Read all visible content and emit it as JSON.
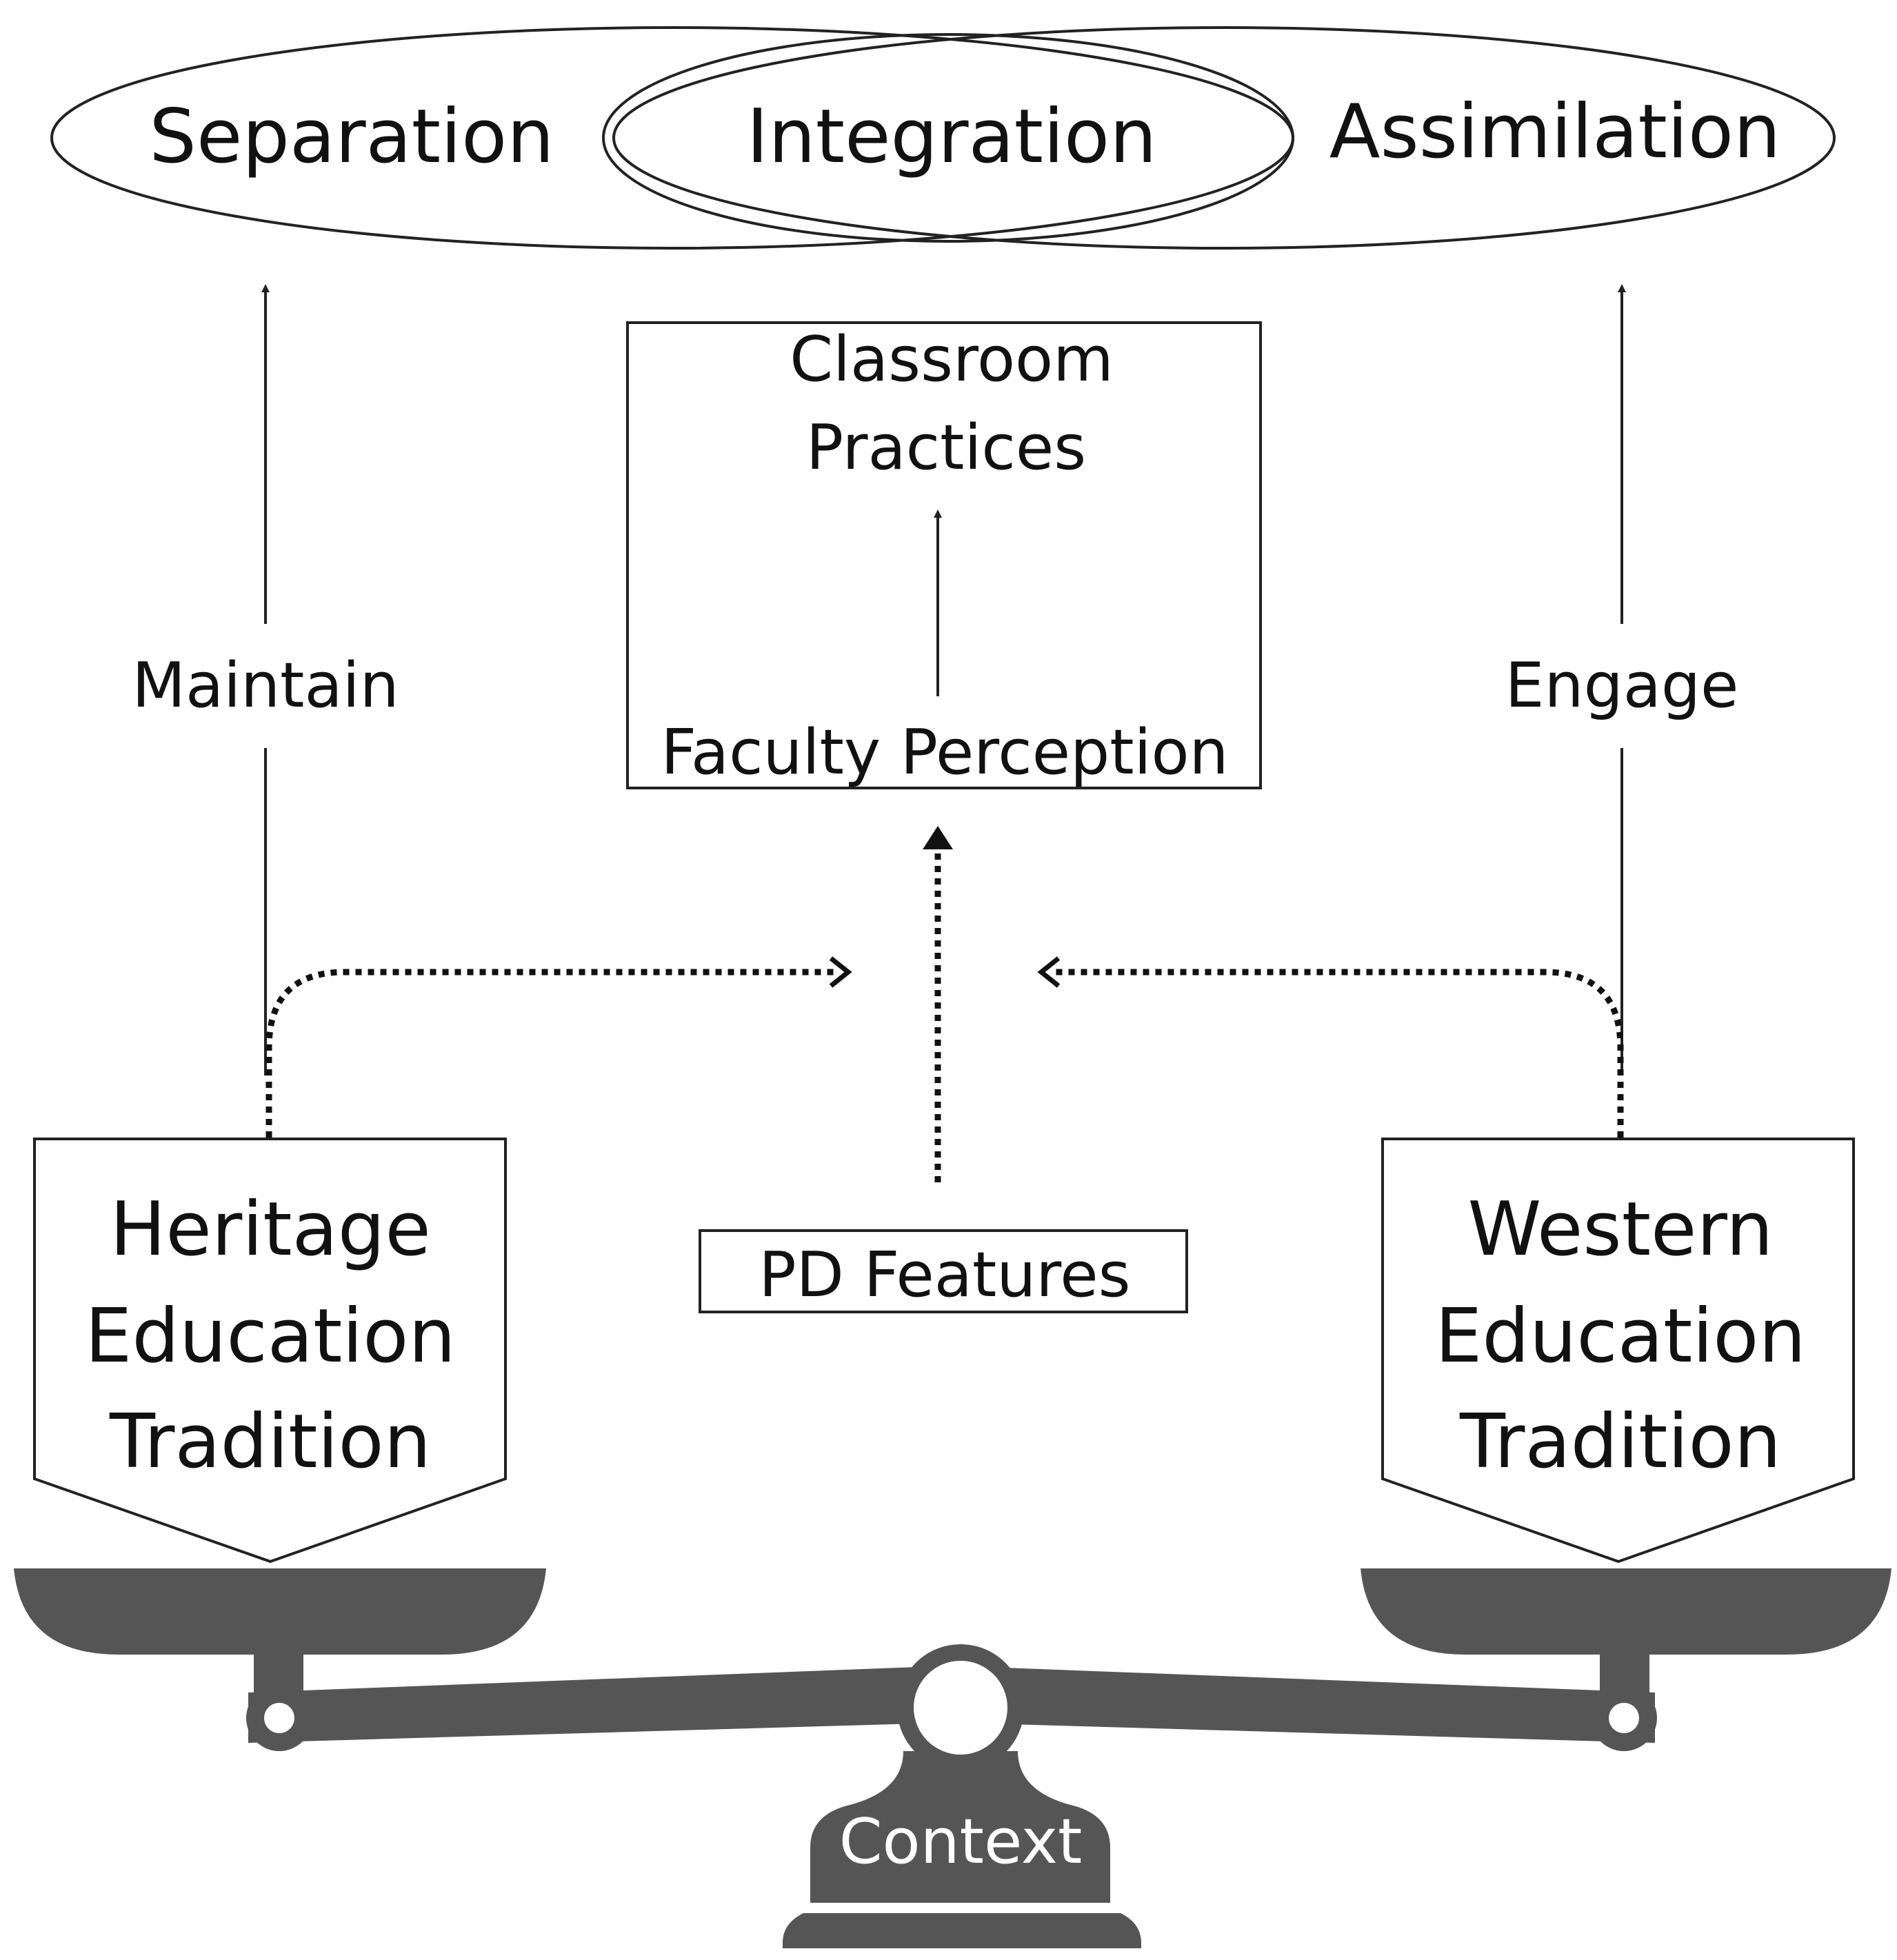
{
  "ellipses": {
    "separation": "Separation",
    "integration": "Integration",
    "assimilation": "Assimilation"
  },
  "left_arrow_label": "Maintain",
  "right_arrow_label": "Engage",
  "center_box": {
    "top_line1": "Classroom",
    "top_line2": "Practices",
    "bottom": "Faculty Perception"
  },
  "pd_features": "PD Features",
  "left_tag": [
    "Heritage",
    "Education",
    "Tradition"
  ],
  "right_tag": [
    "Western",
    "Education",
    "Tradition"
  ],
  "scale_base_label": "Context",
  "colors": {
    "scale": "#555555",
    "line": "#222222"
  }
}
